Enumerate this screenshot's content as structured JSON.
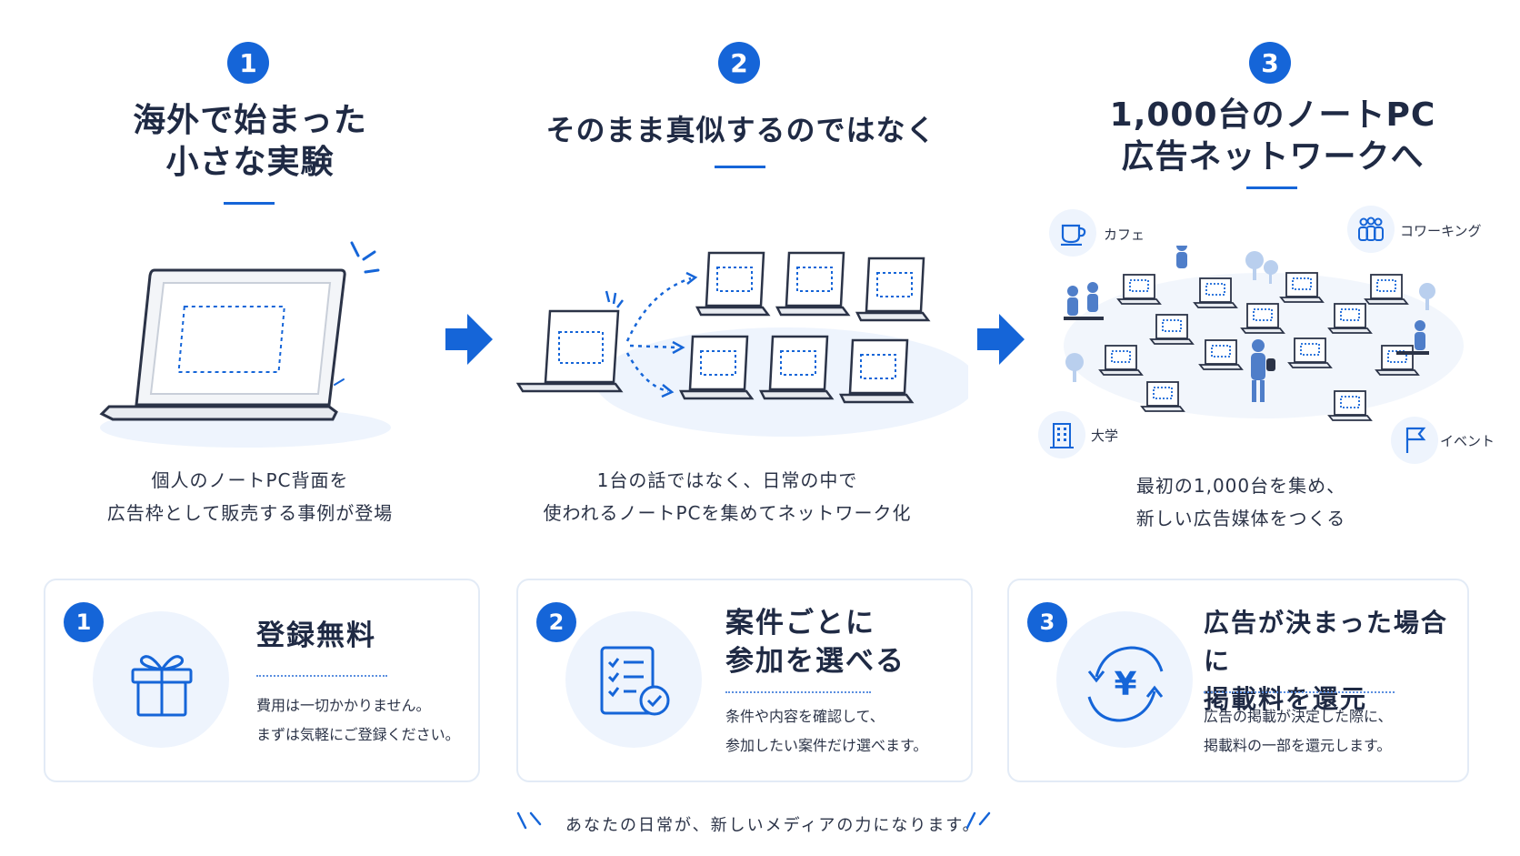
{
  "steps": [
    {
      "number": "1",
      "title_line1": "海外で始まった",
      "title_line2": "小さな実験",
      "caption_line1": "個人のノートPC背面を",
      "caption_line2": "広告枠として販売する事例が登場"
    },
    {
      "number": "2",
      "title_line1": "そのまま真似するのではなく",
      "caption_line1": "1台の話ではなく、日常の中で",
      "caption_line2": "使われるノートPCを集めてネットワーク化"
    },
    {
      "number": "3",
      "title_line1": "1,000台のノートPC",
      "title_line2": "広告ネットワークへ",
      "caption_line1": "最初の1,000台を集め、",
      "caption_line2": "新しい広告媒体をつくる"
    }
  ],
  "venues": {
    "cafe": "カフェ",
    "coworking": "コワーキング",
    "university": "大学",
    "event": "イベント"
  },
  "cards": [
    {
      "number": "1",
      "title_line1": "登録無料",
      "desc_line1": "費用は一切かかりません。",
      "desc_line2": "まずは気軽にご登録ください。",
      "icon": "gift-icon"
    },
    {
      "number": "2",
      "title_line1": "案件ごとに",
      "title_line2": "参加を選べる",
      "desc_line1": "条件や内容を確認して、",
      "desc_line2": "参加したい案件だけ選べます。",
      "icon": "checklist-icon"
    },
    {
      "number": "3",
      "title_line1": "広告が決まった場合に",
      "title_line2": "掲載料を還元",
      "desc_line1": "広告の掲載が決定した際に、",
      "desc_line2": "掲載料の一部を還元します。",
      "icon": "yen-cycle-icon"
    }
  ],
  "footer": {
    "tagline": "あなたの日常が、新しいメディアの力になります。"
  },
  "colors": {
    "accent": "#1565d8",
    "soft": "#eef4fd",
    "text": "#1f2a44"
  }
}
